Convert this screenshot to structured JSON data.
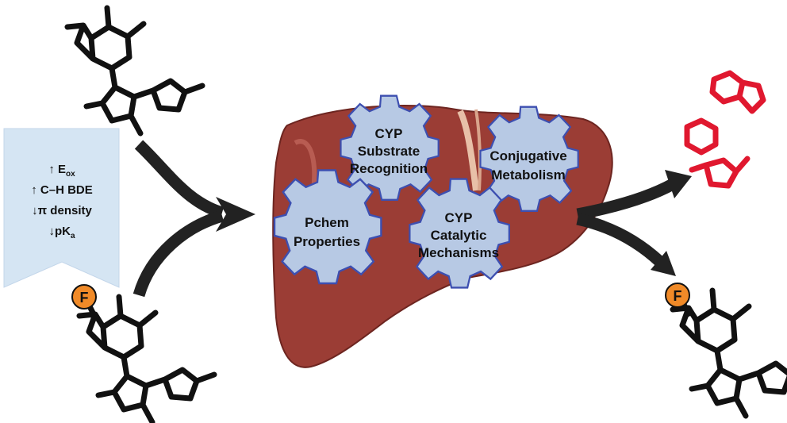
{
  "property_box": {
    "lines": [
      "↑ E",
      "↑ C–H BDE",
      "↓π density",
      "↓pK"
    ],
    "eox_sub": "ox",
    "pka_sub": "a"
  },
  "gears": {
    "cyp_substrate": [
      "CYP",
      "Substrate",
      "Recognition"
    ],
    "conjugative": [
      "Conjugative",
      "Metabolism"
    ],
    "pchem": [
      "Pchem",
      "Properties"
    ],
    "cyp_catalytic": [
      "CYP",
      "Catalytic",
      "Mechanisms"
    ]
  },
  "fluorine_label": "F",
  "colors": {
    "liver": "#9b3d35",
    "liver_dark": "#6d2520",
    "gear_fill": "#b7c9e4",
    "gear_stroke": "#3d4fb0",
    "box_fill": "#d5e5f3",
    "fluorine": "#f08a28",
    "metabolite": "#e0182f",
    "molecule": "#111111",
    "arrow": "#222222"
  },
  "icons": [
    "molecule-icon",
    "fluorinated-molecule-icon",
    "metabolite-fragments-icon",
    "liver-icon",
    "gear-icon",
    "arrow-icon"
  ]
}
